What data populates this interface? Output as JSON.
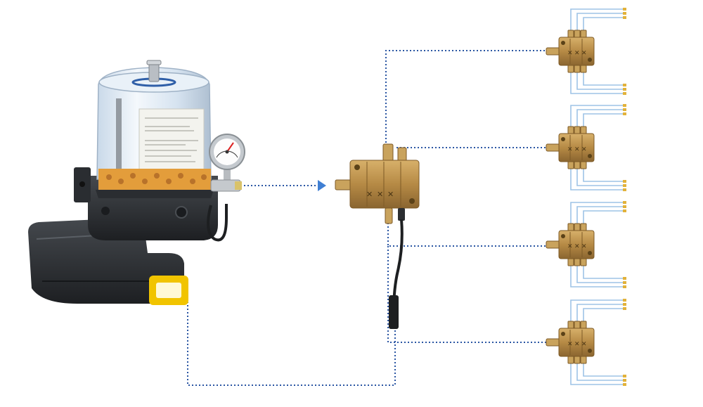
{
  "diagram": {
    "colors": {
      "background": "#ffffff",
      "dotted_line": "#2b56a3",
      "arrow": "#3f7fd3",
      "brass": "#b68a45",
      "brass_dark": "#7d5a26",
      "pump_body": "#25282b",
      "pump_body_light": "#3a3e42",
      "reservoir": "#d9e6f2",
      "grease": "#e39d3b",
      "label_plate": "#f3f3ee",
      "indicator_yellow": "#f1c400",
      "tubing": "#9ec3e6",
      "tube_tip": "#e2b23a",
      "cable": "#1d1f21"
    },
    "components": [
      {
        "id": "pump",
        "name": "lubrication-pump",
        "icon": "pump-icon"
      },
      {
        "id": "main-distributor",
        "name": "main-progressive-distributor",
        "icon": "distributor-block-icon"
      },
      {
        "id": "sub-distributor-1",
        "name": "secondary-distributor-1",
        "icon": "distributor-block-icon"
      },
      {
        "id": "sub-distributor-2",
        "name": "secondary-distributor-2",
        "icon": "distributor-block-icon"
      },
      {
        "id": "sub-distributor-3",
        "name": "secondary-distributor-3",
        "icon": "distributor-block-icon"
      },
      {
        "id": "sub-distributor-4",
        "name": "secondary-distributor-4",
        "icon": "distributor-block-icon"
      }
    ],
    "connections": [
      {
        "from": "pump",
        "to": "main-distributor",
        "kind": "feed-line-with-arrow"
      },
      {
        "from": "main-distributor",
        "to": "sub-distributor-1",
        "kind": "dotted-line"
      },
      {
        "from": "main-distributor",
        "to": "sub-distributor-2",
        "kind": "dotted-line"
      },
      {
        "from": "main-distributor",
        "to": "sub-distributor-3",
        "kind": "dotted-line"
      },
      {
        "from": "main-distributor",
        "to": "sub-distributor-4",
        "kind": "dotted-line"
      },
      {
        "from": "main-distributor",
        "to": "pump",
        "kind": "dotted-line",
        "note_shown": false
      }
    ],
    "outlets_per_sub_distributor": 6
  }
}
